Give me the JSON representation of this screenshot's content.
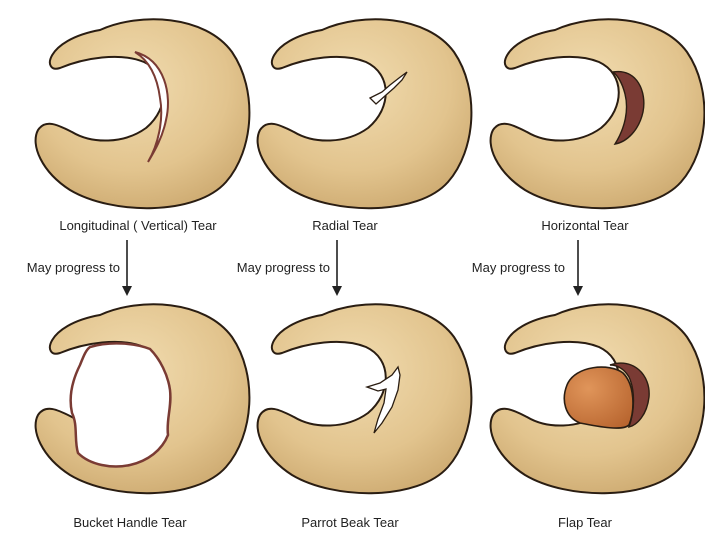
{
  "columns": [
    {
      "id": "longitudinal",
      "top_label": "Longitudinal ( Vertical) Tear",
      "progress_label": "May progress to",
      "bottom_label": "Bucket Handle Tear"
    },
    {
      "id": "radial",
      "top_label": "Radial Tear",
      "progress_label": "May progress to",
      "bottom_label": "Parrot Beak Tear"
    },
    {
      "id": "horizontal",
      "top_label": "Horizontal Tear",
      "progress_label": "May progress to",
      "bottom_label": "Flap Tear"
    }
  ],
  "colors": {
    "meniscus_fill": "#e2c48e",
    "meniscus_outline": "#2a1d12",
    "tear_dark": "#7a3b34",
    "flap_fill": "#c9773f",
    "arrow": "#222222"
  }
}
